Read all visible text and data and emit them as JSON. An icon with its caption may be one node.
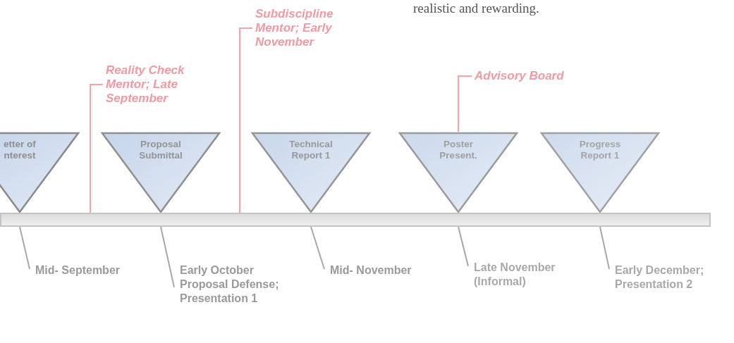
{
  "diagram": {
    "nodes": [
      {
        "text": [
          "etter of nterest"
        ]
      },
      {
        "text": [
          "Proposal Submittal"
        ]
      },
      {
        "text": [
          "Technical Report 1"
        ]
      },
      {
        "text": [
          "Poster Present."
        ]
      },
      {
        "text": [
          "Progress Report 1"
        ]
      },
      {
        "text": [],
        "shape": "bar"
      },
      {
        "text": [
          "Mid- September"
        ]
      },
      {
        "text": [
          "Early October Proposal Defense; Presentation 1"
        ]
      },
      {
        "text": [
          "Mid- November"
        ]
      },
      {
        "text": [
          "Late November (Informal)"
        ]
      },
      {
        "text": [
          "Early December; Presentation 2"
        ]
      },
      {
        "text": [
          "Reality Check Mentor; Late September"
        ]
      },
      {
        "text": [
          "Subdiscipline Mentor; Early November"
        ]
      },
      {
        "text": [
          "Advisory Board"
        ]
      }
    ],
    "edges": [
      {
        "from": 6,
        "to": 5,
        "arrow": "none"
      },
      {
        "from": 7,
        "to": 5,
        "arrow": "none"
      },
      {
        "from": 8,
        "to": 5,
        "arrow": "none"
      },
      {
        "from": 9,
        "to": 5,
        "arrow": "none"
      },
      {
        "from": 10,
        "to": 5,
        "arrow": "none"
      },
      {
        "from": 11,
        "to": 5,
        "arrow": "none",
        "color": "#f4a3ab"
      },
      {
        "from": 12,
        "to": 5,
        "arrow": "none",
        "color": "#f4a3ab"
      },
      {
        "from": 13,
        "to": 3,
        "arrow": "none",
        "color": "#f4a3ab"
      }
    ],
    "labels": [
      "realistic and rewarding."
    ]
  }
}
